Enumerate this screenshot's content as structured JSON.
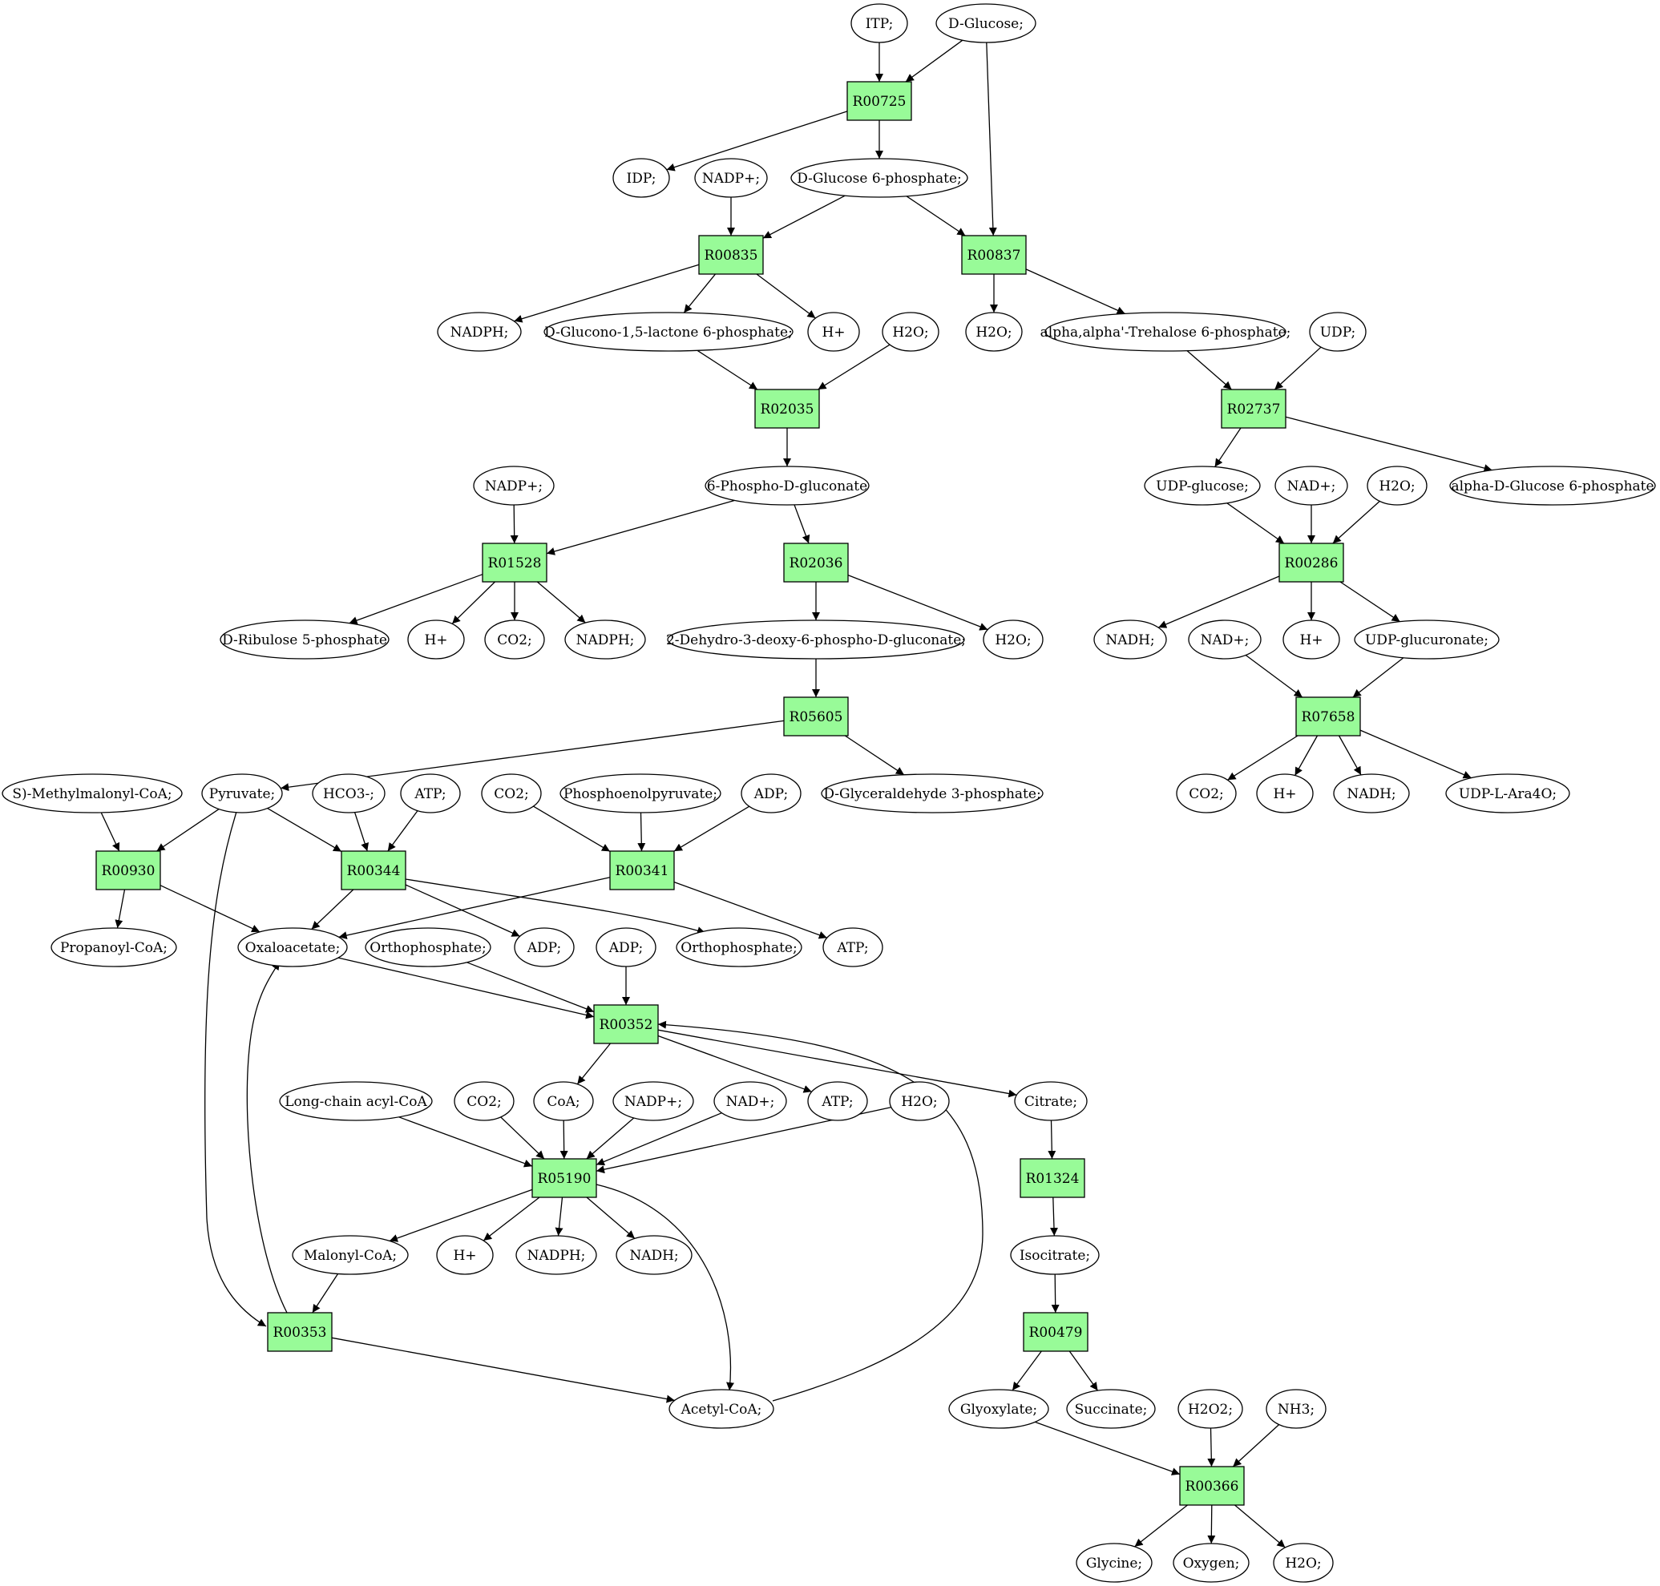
{
  "colors": {
    "reaction_fill": "#98fb98",
    "compound_fill": "#ffffff",
    "source_compound": "#00ee00",
    "target_compound": "#ffff00",
    "edge": "#000000"
  },
  "graph": {
    "nodes": [
      {
        "id": "c_itp",
        "kind": "compound",
        "label": "ITP;"
      },
      {
        "id": "c_dglucose",
        "kind": "compound",
        "label": "D-Glucose;",
        "highlight": "source"
      },
      {
        "id": "r_r00725",
        "kind": "reaction",
        "label": "R00725"
      },
      {
        "id": "c_idp",
        "kind": "compound",
        "label": "IDP;"
      },
      {
        "id": "c_nadp_1",
        "kind": "compound",
        "label": "NADP+;"
      },
      {
        "id": "c_g6p",
        "kind": "compound",
        "label": "D-Glucose 6-phosphate;"
      },
      {
        "id": "r_r00835",
        "kind": "reaction",
        "label": "R00835"
      },
      {
        "id": "r_r00837",
        "kind": "reaction",
        "label": "R00837"
      },
      {
        "id": "c_nadph_1",
        "kind": "compound",
        "label": "NADPH;"
      },
      {
        "id": "c_glucono",
        "kind": "compound",
        "label": "D-Glucono-1,5-lactone 6-phosphate;"
      },
      {
        "id": "c_h_1",
        "kind": "compound",
        "label": "H+"
      },
      {
        "id": "c_h2o_1",
        "kind": "compound",
        "label": "H2O;"
      },
      {
        "id": "c_h2o_2",
        "kind": "compound",
        "label": "H2O;"
      },
      {
        "id": "c_trehalose",
        "kind": "compound",
        "label": "alpha,alpha'-Trehalose 6-phosphate;"
      },
      {
        "id": "c_udp",
        "kind": "compound",
        "label": "UDP;"
      },
      {
        "id": "r_r02035",
        "kind": "reaction",
        "label": "R02035"
      },
      {
        "id": "r_r02737",
        "kind": "reaction",
        "label": "R02737"
      },
      {
        "id": "c_nadp_2",
        "kind": "compound",
        "label": "NADP+;"
      },
      {
        "id": "c_6pg",
        "kind": "compound",
        "label": "6-Phospho-D-gluconate"
      },
      {
        "id": "c_udpglc",
        "kind": "compound",
        "label": "UDP-glucose;"
      },
      {
        "id": "c_nad_1",
        "kind": "compound",
        "label": "NAD+;"
      },
      {
        "id": "c_h2o_3",
        "kind": "compound",
        "label": "H2O;"
      },
      {
        "id": "c_adg6p",
        "kind": "compound",
        "label": "alpha-D-Glucose 6-phosphate"
      },
      {
        "id": "r_r01528",
        "kind": "reaction",
        "label": "R01528"
      },
      {
        "id": "r_r02036",
        "kind": "reaction",
        "label": "R02036"
      },
      {
        "id": "r_r00286",
        "kind": "reaction",
        "label": "R00286"
      },
      {
        "id": "c_ru5p",
        "kind": "compound",
        "label": "D-Ribulose 5-phosphate"
      },
      {
        "id": "c_h_2",
        "kind": "compound",
        "label": "H+"
      },
      {
        "id": "c_co2_1",
        "kind": "compound",
        "label": "CO2;"
      },
      {
        "id": "c_nadph_2",
        "kind": "compound",
        "label": "NADPH;"
      },
      {
        "id": "c_kdpg",
        "kind": "compound",
        "label": "2-Dehydro-3-deoxy-6-phospho-D-gluconate;"
      },
      {
        "id": "c_h2o_4",
        "kind": "compound",
        "label": "H2O;"
      },
      {
        "id": "c_nadh_1",
        "kind": "compound",
        "label": "NADH;"
      },
      {
        "id": "c_nad_2",
        "kind": "compound",
        "label": "NAD+;"
      },
      {
        "id": "c_h_3",
        "kind": "compound",
        "label": "H+"
      },
      {
        "id": "c_udpglcua",
        "kind": "compound",
        "label": "UDP-glucuronate;"
      },
      {
        "id": "r_r05605",
        "kind": "reaction",
        "label": "R05605"
      },
      {
        "id": "r_r07658",
        "kind": "reaction",
        "label": "R07658"
      },
      {
        "id": "c_methylmal",
        "kind": "compound",
        "label": "S)-Methylmalonyl-CoA;"
      },
      {
        "id": "c_pyruvate",
        "kind": "compound",
        "label": "Pyruvate;"
      },
      {
        "id": "c_hco3",
        "kind": "compound",
        "label": "HCO3-;"
      },
      {
        "id": "c_atp_1",
        "kind": "compound",
        "label": "ATP;"
      },
      {
        "id": "c_co2_2",
        "kind": "compound",
        "label": "CO2;"
      },
      {
        "id": "c_pep",
        "kind": "compound",
        "label": "Phosphoenolpyruvate;"
      },
      {
        "id": "c_adp_1",
        "kind": "compound",
        "label": "ADP;"
      },
      {
        "id": "c_gap",
        "kind": "compound",
        "label": "D-Glyceraldehyde 3-phosphate;"
      },
      {
        "id": "c_co2_3",
        "kind": "compound",
        "label": "CO2;"
      },
      {
        "id": "c_h_4",
        "kind": "compound",
        "label": "H+"
      },
      {
        "id": "c_nadh_2",
        "kind": "compound",
        "label": "NADH;"
      },
      {
        "id": "c_udpara",
        "kind": "compound",
        "label": "UDP-L-Ara4O;"
      },
      {
        "id": "r_r00930",
        "kind": "reaction",
        "label": "R00930"
      },
      {
        "id": "r_r00344",
        "kind": "reaction",
        "label": "R00344"
      },
      {
        "id": "r_r00341",
        "kind": "reaction",
        "label": "R00341"
      },
      {
        "id": "c_propcoa",
        "kind": "compound",
        "label": "Propanoyl-CoA;"
      },
      {
        "id": "c_oaa",
        "kind": "compound",
        "label": "Oxaloacetate;"
      },
      {
        "id": "c_pi_1",
        "kind": "compound",
        "label": "Orthophosphate;"
      },
      {
        "id": "c_adp_2",
        "kind": "compound",
        "label": "ADP;"
      },
      {
        "id": "c_adp_3",
        "kind": "compound",
        "label": "ADP;"
      },
      {
        "id": "c_pi_2",
        "kind": "compound",
        "label": "Orthophosphate;"
      },
      {
        "id": "c_atp_2",
        "kind": "compound",
        "label": "ATP;"
      },
      {
        "id": "r_r00352",
        "kind": "reaction",
        "label": "R00352"
      },
      {
        "id": "c_lcacoa",
        "kind": "compound",
        "label": "Long-chain acyl-CoA"
      },
      {
        "id": "c_co2_4",
        "kind": "compound",
        "label": "CO2;"
      },
      {
        "id": "c_coa",
        "kind": "compound",
        "label": "CoA;"
      },
      {
        "id": "c_nadp_3",
        "kind": "compound",
        "label": "NADP+;"
      },
      {
        "id": "c_nad_3",
        "kind": "compound",
        "label": "NAD+;"
      },
      {
        "id": "c_atp_3",
        "kind": "compound",
        "label": "ATP;"
      },
      {
        "id": "c_h2o_5",
        "kind": "compound",
        "label": "H2O;"
      },
      {
        "id": "c_citrate",
        "kind": "compound",
        "label": "Citrate;"
      },
      {
        "id": "r_r05190",
        "kind": "reaction",
        "label": "R05190"
      },
      {
        "id": "r_r01324",
        "kind": "reaction",
        "label": "R01324"
      },
      {
        "id": "c_malcoa",
        "kind": "compound",
        "label": "Malonyl-CoA;"
      },
      {
        "id": "c_h_5",
        "kind": "compound",
        "label": "H+"
      },
      {
        "id": "c_nadph_3",
        "kind": "compound",
        "label": "NADPH;"
      },
      {
        "id": "c_nadh_3",
        "kind": "compound",
        "label": "NADH;"
      },
      {
        "id": "c_isocitrate",
        "kind": "compound",
        "label": "Isocitrate;"
      },
      {
        "id": "r_r00353",
        "kind": "reaction",
        "label": "R00353"
      },
      {
        "id": "r_r00479",
        "kind": "reaction",
        "label": "R00479"
      },
      {
        "id": "c_glyoxylate",
        "kind": "compound",
        "label": "Glyoxylate;"
      },
      {
        "id": "c_succinate",
        "kind": "compound",
        "label": "Succinate;"
      },
      {
        "id": "c_h2o2",
        "kind": "compound",
        "label": "H2O2;"
      },
      {
        "id": "c_nh3",
        "kind": "compound",
        "label": "NH3;"
      },
      {
        "id": "c_acetylcoa",
        "kind": "compound",
        "label": "Acetyl-CoA;"
      },
      {
        "id": "r_r00366",
        "kind": "reaction",
        "label": "R00366"
      },
      {
        "id": "c_glycine",
        "kind": "compound",
        "label": "Glycine;",
        "highlight": "target"
      },
      {
        "id": "c_oxygen",
        "kind": "compound",
        "label": "Oxygen;"
      },
      {
        "id": "c_h2o_6",
        "kind": "compound",
        "label": "H2O;"
      }
    ],
    "edges": [
      {
        "from": "c_itp",
        "to": "r_r00725"
      },
      {
        "from": "c_dglucose",
        "to": "r_r00725"
      },
      {
        "from": "c_dglucose",
        "to": "r_r00837"
      },
      {
        "from": "r_r00725",
        "to": "c_idp"
      },
      {
        "from": "r_r00725",
        "to": "c_g6p"
      },
      {
        "from": "c_nadp_1",
        "to": "r_r00835"
      },
      {
        "from": "c_g6p",
        "to": "r_r00835"
      },
      {
        "from": "c_g6p",
        "to": "r_r00837"
      },
      {
        "from": "r_r00835",
        "to": "c_nadph_1"
      },
      {
        "from": "r_r00835",
        "to": "c_glucono"
      },
      {
        "from": "r_r00835",
        "to": "c_h_1"
      },
      {
        "from": "r_r00837",
        "to": "c_h2o_2"
      },
      {
        "from": "r_r00837",
        "to": "c_trehalose"
      },
      {
        "from": "c_glucono",
        "to": "r_r02035"
      },
      {
        "from": "c_h2o_1",
        "to": "r_r02035"
      },
      {
        "from": "c_trehalose",
        "to": "r_r02737"
      },
      {
        "from": "c_udp",
        "to": "r_r02737"
      },
      {
        "from": "r_r02035",
        "to": "c_6pg"
      },
      {
        "from": "r_r02737",
        "to": "c_udpglc"
      },
      {
        "from": "r_r02737",
        "to": "c_adg6p"
      },
      {
        "from": "c_nadp_2",
        "to": "r_r01528"
      },
      {
        "from": "c_6pg",
        "to": "r_r01528"
      },
      {
        "from": "c_6pg",
        "to": "r_r02036"
      },
      {
        "from": "c_udpglc",
        "to": "r_r00286"
      },
      {
        "from": "c_nad_1",
        "to": "r_r00286"
      },
      {
        "from": "c_h2o_3",
        "to": "r_r00286"
      },
      {
        "from": "r_r01528",
        "to": "c_ru5p"
      },
      {
        "from": "r_r01528",
        "to": "c_h_2"
      },
      {
        "from": "r_r01528",
        "to": "c_co2_1"
      },
      {
        "from": "r_r01528",
        "to": "c_nadph_2"
      },
      {
        "from": "r_r02036",
        "to": "c_kdpg"
      },
      {
        "from": "r_r02036",
        "to": "c_h2o_4"
      },
      {
        "from": "r_r00286",
        "to": "c_nadh_1"
      },
      {
        "from": "r_r00286",
        "to": "c_h_3"
      },
      {
        "from": "r_r00286",
        "to": "c_udpglcua"
      },
      {
        "from": "c_nad_2",
        "to": "r_r07658"
      },
      {
        "from": "c_udpglcua",
        "to": "r_r07658"
      },
      {
        "from": "c_kdpg",
        "to": "r_r05605"
      },
      {
        "from": "r_r05605",
        "to": "c_pyruvate"
      },
      {
        "from": "r_r05605",
        "to": "c_gap"
      },
      {
        "from": "r_r07658",
        "to": "c_co2_3"
      },
      {
        "from": "r_r07658",
        "to": "c_h_4"
      },
      {
        "from": "r_r07658",
        "to": "c_nadh_2"
      },
      {
        "from": "r_r07658",
        "to": "c_udpara"
      },
      {
        "from": "c_methylmal",
        "to": "r_r00930"
      },
      {
        "from": "c_pyruvate",
        "to": "r_r00930"
      },
      {
        "from": "c_pyruvate",
        "to": "r_r00344"
      },
      {
        "from": "c_pyruvate",
        "to": "r_r00353"
      },
      {
        "from": "c_hco3",
        "to": "r_r00344"
      },
      {
        "from": "c_atp_1",
        "to": "r_r00344"
      },
      {
        "from": "c_co2_2",
        "to": "r_r00341"
      },
      {
        "from": "c_pep",
        "to": "r_r00341"
      },
      {
        "from": "c_adp_1",
        "to": "r_r00341"
      },
      {
        "from": "r_r00930",
        "to": "c_propcoa"
      },
      {
        "from": "r_r00930",
        "to": "c_oaa"
      },
      {
        "from": "r_r00344",
        "to": "c_oaa"
      },
      {
        "from": "r_r00344",
        "to": "c_adp_2"
      },
      {
        "from": "r_r00344",
        "to": "c_pi_2"
      },
      {
        "from": "r_r00341",
        "to": "c_oaa"
      },
      {
        "from": "r_r00341",
        "to": "c_atp_2"
      },
      {
        "from": "c_oaa",
        "to": "r_r00352"
      },
      {
        "from": "c_pi_1",
        "to": "r_r00352"
      },
      {
        "from": "c_adp_3",
        "to": "r_r00352"
      },
      {
        "from": "c_acetylcoa",
        "to": "r_r00352"
      },
      {
        "from": "r_r00352",
        "to": "c_coa"
      },
      {
        "from": "r_r00352",
        "to": "c_atp_3"
      },
      {
        "from": "r_r00352",
        "to": "c_citrate"
      },
      {
        "from": "c_lcacoa",
        "to": "r_r05190"
      },
      {
        "from": "c_co2_4",
        "to": "r_r05190"
      },
      {
        "from": "c_coa",
        "to": "r_r05190"
      },
      {
        "from": "c_nadp_3",
        "to": "r_r05190"
      },
      {
        "from": "c_nad_3",
        "to": "r_r05190"
      },
      {
        "from": "c_h2o_5",
        "to": "r_r05190"
      },
      {
        "from": "r_r05190",
        "to": "c_malcoa"
      },
      {
        "from": "r_r05190",
        "to": "c_h_5"
      },
      {
        "from": "r_r05190",
        "to": "c_nadph_3"
      },
      {
        "from": "r_r05190",
        "to": "c_nadh_3"
      },
      {
        "from": "r_r05190",
        "to": "c_acetylcoa"
      },
      {
        "from": "c_malcoa",
        "to": "r_r00353"
      },
      {
        "from": "r_r00353",
        "to": "c_oaa"
      },
      {
        "from": "r_r00353",
        "to": "c_acetylcoa"
      },
      {
        "from": "c_citrate",
        "to": "r_r01324"
      },
      {
        "from": "r_r01324",
        "to": "c_isocitrate"
      },
      {
        "from": "c_isocitrate",
        "to": "r_r00479"
      },
      {
        "from": "r_r00479",
        "to": "c_glyoxylate"
      },
      {
        "from": "r_r00479",
        "to": "c_succinate"
      },
      {
        "from": "c_glyoxylate",
        "to": "r_r00366"
      },
      {
        "from": "c_h2o2",
        "to": "r_r00366"
      },
      {
        "from": "c_nh3",
        "to": "r_r00366"
      },
      {
        "from": "r_r00366",
        "to": "c_glycine"
      },
      {
        "from": "r_r00366",
        "to": "c_oxygen"
      },
      {
        "from": "r_r00366",
        "to": "c_h2o_6"
      }
    ]
  }
}
